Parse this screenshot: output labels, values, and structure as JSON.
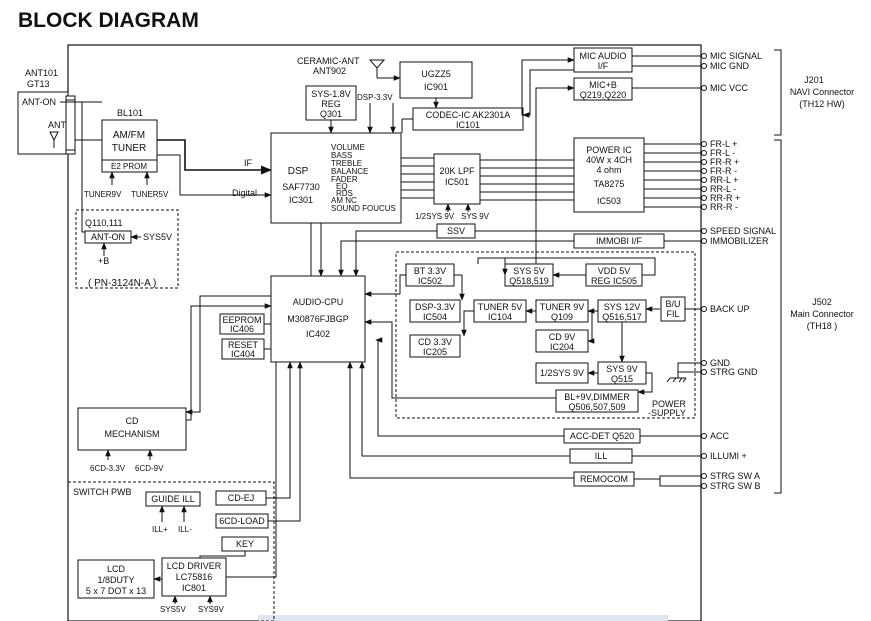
{
  "title": "BLOCK DIAGRAM",
  "antenna": {
    "ant101": "ANT101",
    "gt13": "GT13",
    "ant_on": "ANT-ON",
    "ant": "ANT"
  },
  "ceramic_ant": {
    "name": "CERAMIC-ANT",
    "part": "ANT902"
  },
  "tuner": {
    "bl": "BL101",
    "line1": "AM/FM",
    "line2": "TUNER",
    "e2prom": "E2 PROM",
    "pin_a": "TUNER9V",
    "pin_b": "TUNER5V"
  },
  "ant_ctrl": {
    "part": "Q110,111",
    "ant_on": "ANT-ON",
    "sys": "SYS5V",
    "plus_b": "+B",
    "module": "( PN-3124N-A )"
  },
  "sys18": {
    "l1": "SYS-1.8V",
    "l2": "REG",
    "l3": "Q301"
  },
  "dsp33": "DSP-3.3V",
  "ugzz": {
    "l1": "UGZZ5",
    "l2": "IC901"
  },
  "codec": {
    "l1": "CODEC-IC  AK2301A",
    "l2": "IC101"
  },
  "mic_audio": {
    "l1": "MIC AUDIO",
    "l2": "I/F"
  },
  "mic_b": {
    "l1": "MIC+B",
    "l2": "Q219,Q220"
  },
  "dsp": {
    "name": "DSP",
    "part": "SAF7730",
    "ic": "IC301",
    "features": [
      "VOLUME",
      "BASS",
      "TREBLE",
      "BALANCE",
      "FADER",
      "EQ",
      "RDS",
      "AM NC",
      "SOUND FOUCUS"
    ]
  },
  "signals": {
    "if": "IF",
    "digital": "Digital"
  },
  "lpf": {
    "l1": "20K LPF",
    "l2": "IC501",
    "pin_a": "1/2SYS 9V",
    "pin_b": "SYS 9V"
  },
  "power_ic": {
    "l1": "POWER IC",
    "l2": "40W x 4CH",
    "l3": "4 ohm",
    "l4": "TA8275",
    "l5": "IC503"
  },
  "ssv": "SSV",
  "immobi": "IMMOBI  I/F",
  "audio_cpu": {
    "l1": "AUDIO-CPU",
    "l2": "M30876FJBGP",
    "l3": "IC402"
  },
  "eeprom": {
    "l1": "EEPROM",
    "l2": "IC406"
  },
  "reset": {
    "l1": "RESET",
    "l2": "IC404"
  },
  "bt33": {
    "l1": "BT 3.3V",
    "l2": "IC502"
  },
  "sys5v": {
    "l1": "SYS 5V",
    "l2": "Q518,519"
  },
  "vdd5v": {
    "l1": "VDD 5V",
    "l2": "REG   IC505"
  },
  "dsp33reg": {
    "l1": "DSP-3.3V",
    "l2": "IC504"
  },
  "tuner5v": {
    "l1": "TUNER 5V",
    "l2": "IC104"
  },
  "tuner9v": {
    "l1": "TUNER 9V",
    "l2": "Q109"
  },
  "sys12v": {
    "l1": "SYS 12V",
    "l2": "Q516,517"
  },
  "bu_fil": {
    "l1": "B/U",
    "l2": "FIL"
  },
  "cd33": {
    "l1": "CD 3.3V",
    "l2": "IC205"
  },
  "cd9v": {
    "l1": "CD 9V",
    "l2": "IC204"
  },
  "half_sys": "1/2SYS 9V",
  "sys9v": {
    "l1": "SYS 9V",
    "l2": "Q515"
  },
  "bl9v": {
    "l1": "BL+9V,DIMMER",
    "l2": "Q506,507,509"
  },
  "power_supply": {
    "l1": "POWER",
    "l2": "-SUPPLY"
  },
  "acc_det": "ACC-DET  Q520",
  "ill": "ILL",
  "remocom": "REMOCOM",
  "cd_mech": {
    "l1": "CD",
    "l2": "MECHANISM",
    "pin_a": "6CD-3.3V",
    "pin_b": "6CD-9V"
  },
  "switch_pwb": "SWITCH PWB",
  "guide_ill": {
    "name": "GUIDE ILL",
    "pin_a": "ILL+",
    "pin_b": "ILL-"
  },
  "cd_ej": "CD-EJ",
  "load6cd": "6CD-LOAD",
  "key": "KEY",
  "lcd_driver": {
    "l1": "LCD DRIVER",
    "l2": "LC75816",
    "l3": "IC801",
    "pin_a": "SYS5V",
    "pin_b": "SYS9V"
  },
  "lcd": {
    "l1": "LCD",
    "l2": "1/8DUTY",
    "l3": "5 x 7  DOT x 13"
  },
  "outputs": {
    "mic_signal": "MIC SIGNAL",
    "mic_gnd": "MIC GND",
    "mic_vcc": "MIC VCC",
    "speakers": [
      "FR-L +",
      "FR-L -",
      "FR-R +",
      "FR-R -",
      "RR-L +",
      "RR-L -",
      "RR-R +",
      "RR-R -"
    ],
    "speed": "SPEED SIGNAL",
    "immobilizer": "IMMOBILIZER",
    "backup": "BACK UP",
    "gnd": "GND",
    "strg_gnd": "STRG GND",
    "acc": "ACC",
    "illumi": "ILLUMI +",
    "strg_a": "STRG SW A",
    "strg_b": "STRG SW B"
  },
  "connectors": {
    "j201": {
      "l1": "J201",
      "l2": "NAVI Connector",
      "l3": "(TH12 HW)"
    },
    "j502": {
      "l1": "J502",
      "l2": "Main Connector",
      "l3": "(TH18 )"
    }
  }
}
